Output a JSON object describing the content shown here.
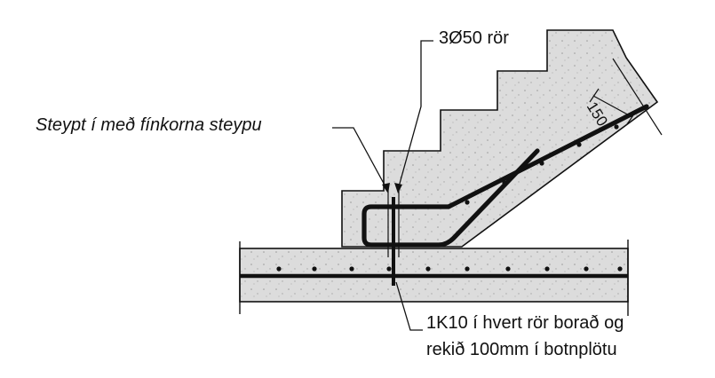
{
  "labels": {
    "pipe": "3Ø50 rör",
    "cast_note": "Steypt í með fínkorna steypu",
    "rebar_line1": "1K10 í hvert rör borað og",
    "rebar_line2": "rekið 100mm í botnplötu",
    "thickness": "150"
  },
  "colors": {
    "concrete": "#dedede",
    "line": "#111111"
  }
}
